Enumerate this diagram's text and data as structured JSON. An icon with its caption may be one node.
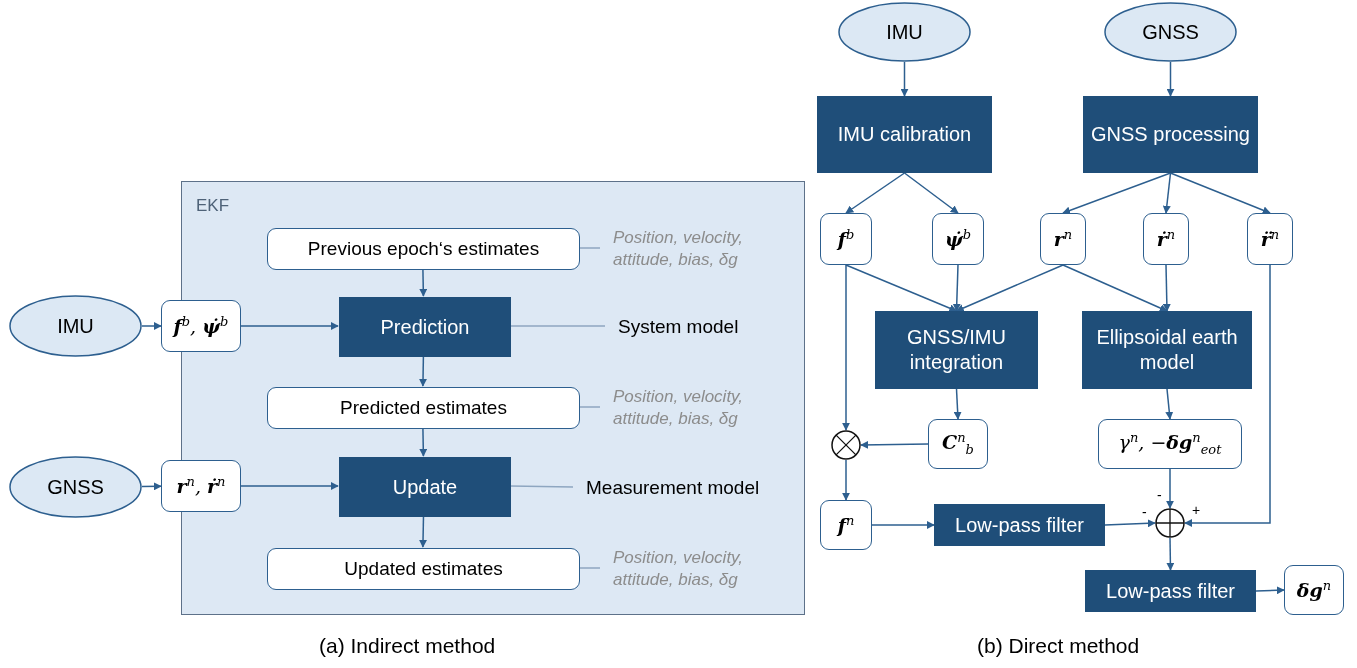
{
  "diagram": {
    "nodes": [
      {
        "text": [
          "EKF"
        ]
      },
      {
        "text": [
          "Previous epoch‘s estimates"
        ],
        "in": 0
      },
      {
        "text": [
          "Prediction"
        ],
        "in": 0
      },
      {
        "text": [
          "Predicted estimates"
        ],
        "in": 0
      },
      {
        "text": [
          "Update"
        ],
        "in": 0
      },
      {
        "text": [
          "Updated estimates"
        ],
        "in": 0
      },
      {
        "text": [
          "IMU"
        ]
      },
      {
        "text": [
          "**f**$^{b}$, **ψ̇**$^{b}$"
        ]
      },
      {
        "text": [
          "GNSS"
        ]
      },
      {
        "text": [
          "**r**$^{n}$, **ṙ**$^{n}$"
        ]
      },
      {
        "text": [
          "Position, velocity, attitude, bias, δg"
        ],
        "in": 0
      },
      {
        "text": [
          "Position, velocity, attitude, bias, δg"
        ],
        "in": 0
      },
      {
        "text": [
          "Position, velocity, attitude, bias, δg"
        ],
        "in": 0
      },
      {
        "text": [
          "System model"
        ],
        "in": 0
      },
      {
        "text": [
          "Measurement model"
        ],
        "in": 0
      },
      {
        "text": [
          "IMU"
        ]
      },
      {
        "text": [
          "GNSS"
        ]
      },
      {
        "text": [
          "IMU calibration"
        ]
      },
      {
        "text": [
          "GNSS processing"
        ]
      },
      {
        "text": [
          "**f**$^{b}$"
        ]
      },
      {
        "text": [
          "**ψ̇**$^{b}$"
        ]
      },
      {
        "text": [
          "**r**$^{n}$"
        ]
      },
      {
        "text": [
          "**ṙ**$^{n}$"
        ]
      },
      {
        "text": [
          "**r̈**$^{n}$"
        ]
      },
      {
        "text": [
          "GNSS/IMU integration"
        ]
      },
      {
        "text": [
          "Ellipsoidal earth model"
        ]
      },
      {
        "text": [],
        "shape": "circle"
      },
      {
        "text": [
          "**C**$^{n}$$_{b}$"
        ]
      },
      {
        "text": [
          "γ$^{n}$, −**δg**$^{n}$$_{eot}$"
        ]
      },
      {
        "text": [
          "**f**$^{n}$"
        ]
      },
      {
        "text": [
          "Low-pass filter"
        ]
      },
      {
        "text": [],
        "shape": "circle"
      },
      {
        "text": [
          "Low-pass filter"
        ]
      },
      {
        "text": [
          "**δg**$^{n}$"
        ]
      }
    ],
    "edges": [
      {
        "from": 1,
        "to": 2,
        "arrow": "to"
      },
      {
        "from": 2,
        "to": 3,
        "arrow": "to"
      },
      {
        "from": 3,
        "to": 4,
        "arrow": "to"
      },
      {
        "from": 4,
        "to": 5,
        "arrow": "to"
      },
      {
        "from": 6,
        "to": 7,
        "arrow": "to"
      },
      {
        "from": 7,
        "to": 2,
        "arrow": "to"
      },
      {
        "from": 8,
        "to": 9,
        "arrow": "to"
      },
      {
        "from": 9,
        "to": 4,
        "arrow": "to"
      },
      {
        "from": 10,
        "to": 1,
        "arrow": "none",
        "color": "#8ea6c0"
      },
      {
        "from": 11,
        "to": 3,
        "arrow": "none",
        "color": "#8ea6c0"
      },
      {
        "from": 12,
        "to": 5,
        "arrow": "none",
        "color": "#8ea6c0"
      },
      {
        "from": 13,
        "to": 2,
        "arrow": "none",
        "color": "#8ea6c0"
      },
      {
        "from": 14,
        "to": 4,
        "arrow": "none",
        "color": "#8ea6c0"
      },
      {
        "from": 15,
        "to": 17,
        "arrow": "to"
      },
      {
        "from": 16,
        "to": 18,
        "arrow": "to"
      },
      {
        "from": 17,
        "to": 19,
        "arrow": "to"
      },
      {
        "from": 17,
        "to": 20,
        "arrow": "to"
      },
      {
        "from": 18,
        "to": 21,
        "arrow": "to"
      },
      {
        "from": 18,
        "to": 22,
        "arrow": "to"
      },
      {
        "from": 18,
        "to": 23,
        "arrow": "to"
      },
      {
        "from": 19,
        "to": 24,
        "arrow": "to"
      },
      {
        "from": 20,
        "to": 24,
        "arrow": "to"
      },
      {
        "from": 21,
        "to": 24,
        "arrow": "to"
      },
      {
        "from": 21,
        "to": 25,
        "arrow": "to"
      },
      {
        "from": 22,
        "to": 25,
        "arrow": "to"
      },
      {
        "from": 19,
        "to": 26,
        "arrow": "to"
      },
      {
        "from": 24,
        "to": 27,
        "arrow": "to"
      },
      {
        "from": 27,
        "to": 26,
        "arrow": "to"
      },
      {
        "from": 25,
        "to": 28,
        "arrow": "to"
      },
      {
        "from": 26,
        "to": 29,
        "arrow": "to"
      },
      {
        "from": 29,
        "to": 30,
        "arrow": "to"
      },
      {
        "from": 30,
        "to": 31,
        "arrow": "to",
        "label": "-"
      },
      {
        "from": 28,
        "to": 31,
        "arrow": "to",
        "label": "-"
      },
      {
        "from": 23,
        "to": 31,
        "arrow": "to",
        "label": "+"
      },
      {
        "from": 31,
        "to": 32,
        "arrow": "to"
      },
      {
        "from": 32,
        "to": 33,
        "arrow": "to"
      }
    ],
    "labels": [
      "(a) Indirect method",
      "(b) Direct method"
    ]
  }
}
